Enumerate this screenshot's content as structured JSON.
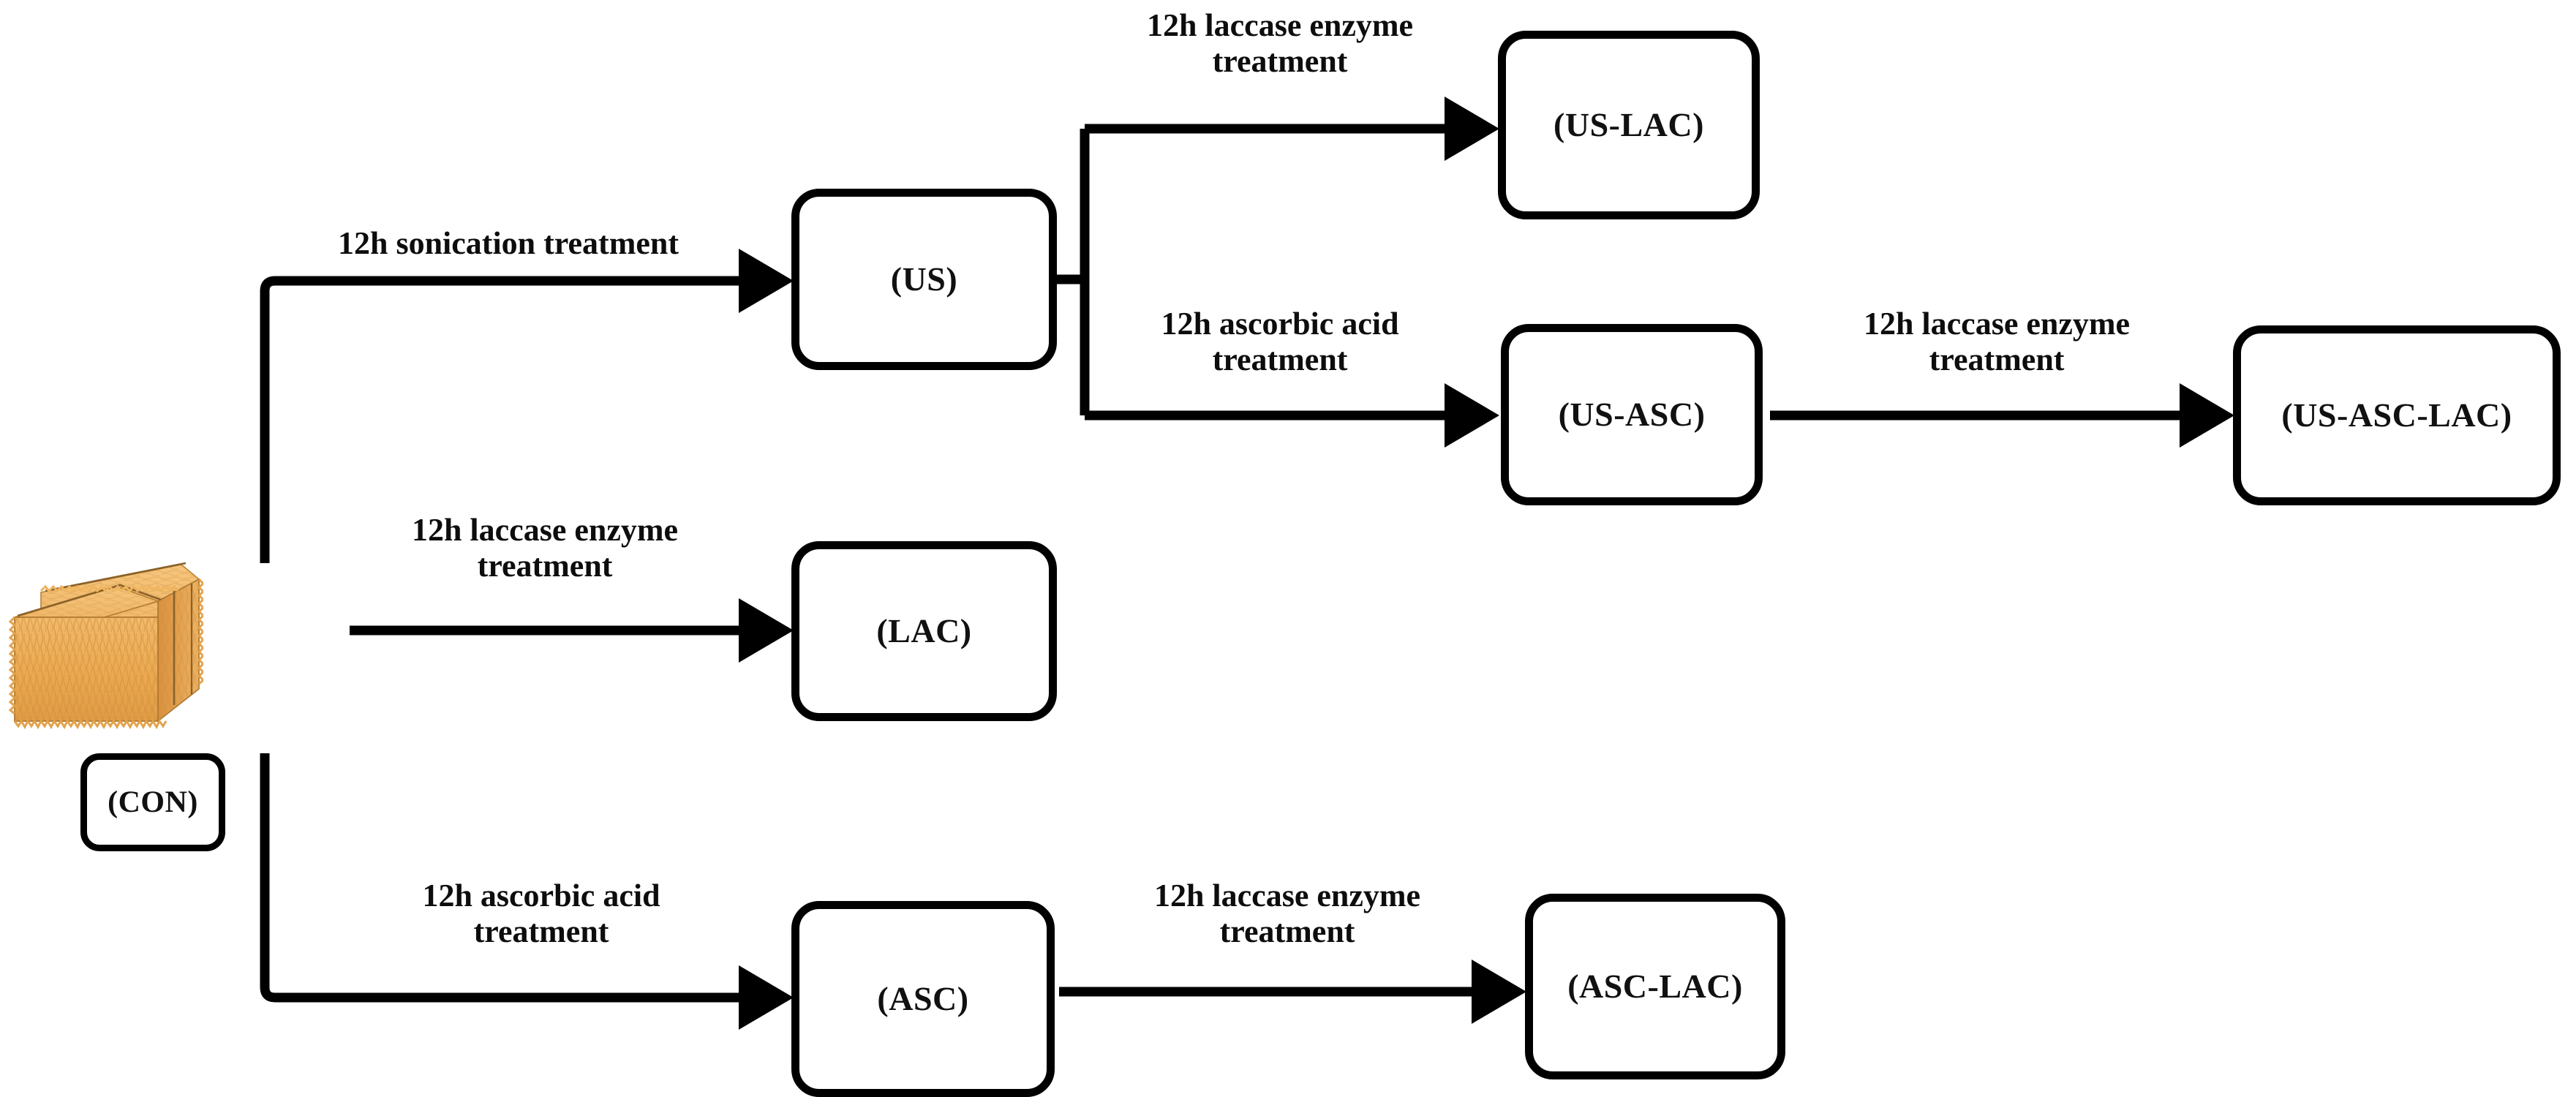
{
  "diagram": {
    "title": "Straw pretreatment experimental design flowchart",
    "source_material": {
      "icon": "hay-bale-image",
      "label": "(CON)",
      "colors": {
        "straw_light": "#F3BE72",
        "straw_mid": "#E9A54E",
        "straw_dark": "#C9873A",
        "twine": "#8A6129"
      }
    },
    "line_color": "#000000",
    "text_color": "#0d0d0d",
    "nodes": [
      {
        "id": "us",
        "label": "(US)"
      },
      {
        "id": "us_lac",
        "label": "(US-LAC)"
      },
      {
        "id": "us_asc",
        "label": "(US-ASC)"
      },
      {
        "id": "us_asc_lac",
        "label": "(US-ASC-LAC)"
      },
      {
        "id": "lac",
        "label": "(LAC)"
      },
      {
        "id": "asc",
        "label": "(ASC)"
      },
      {
        "id": "asc_lac",
        "label": "(ASC-LAC)"
      },
      {
        "id": "con",
        "label": "(CON)"
      }
    ],
    "edges": [
      {
        "id": "e_con_us",
        "from": "con",
        "to": "us",
        "label": "12h  sonication treatment"
      },
      {
        "id": "e_us_uslac",
        "from": "us",
        "to": "us_lac",
        "label": "12h laccase enzyme\ntreatment"
      },
      {
        "id": "e_us_usasc",
        "from": "us",
        "to": "us_asc",
        "label": "12h ascorbic acid\ntreatment"
      },
      {
        "id": "e_usasc_usasclac",
        "from": "us_asc",
        "to": "us_asc_lac",
        "label": "12h laccase enzyme\ntreatment"
      },
      {
        "id": "e_con_lac",
        "from": "con",
        "to": "lac",
        "label": "12h laccase enzyme\ntreatment"
      },
      {
        "id": "e_con_asc",
        "from": "con",
        "to": "asc",
        "label": "12h ascorbic acid\ntreatment"
      },
      {
        "id": "e_asc_asclac",
        "from": "asc",
        "to": "asc_lac",
        "label": "12h laccase enzyme\ntreatment"
      }
    ]
  }
}
